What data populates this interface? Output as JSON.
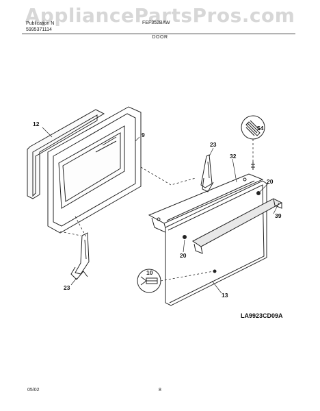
{
  "watermark": "AppliancePartsPros.com",
  "header": {
    "left_line1": "Publication N",
    "left_line2": "5995371114",
    "right": "FEF352BAW",
    "section": "DOOR"
  },
  "diagram_code": "LA9923CD09A",
  "footer": {
    "date": "05/02",
    "page": "8"
  },
  "callouts": [
    "12",
    "9",
    "23",
    "32",
    "54",
    "20",
    "39",
    "20",
    "23",
    "10",
    "13"
  ],
  "colors": {
    "line": "#222222",
    "panel_fill": "#f0ede4",
    "screen_fill": "#ffffff"
  }
}
